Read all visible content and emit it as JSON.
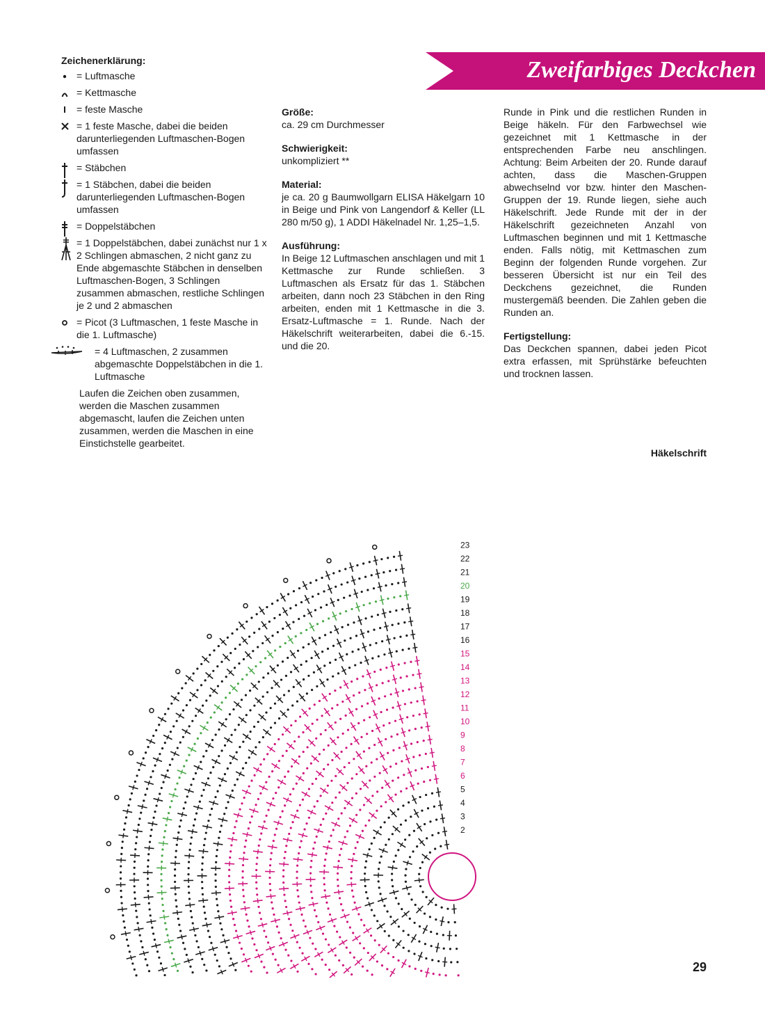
{
  "banner": {
    "title": "Zweifarbiges Deckchen",
    "color": "#c5117a"
  },
  "legend": {
    "title": "Zeichenerklärung:",
    "items": [
      {
        "icon": "luftmasche-symbol",
        "text": "= Luftmasche"
      },
      {
        "icon": "kettmasche-symbol",
        "text": "= Kettmasche"
      },
      {
        "icon": "feste-masche-symbol",
        "text": "= feste Masche"
      },
      {
        "icon": "feste-masche-bogen-symbol",
        "text": "= 1 feste Masche, dabei die beiden darunterliegenden Luftmaschen-Bogen umfassen"
      },
      {
        "icon": "staebchen-symbol",
        "text": "= Stäbchen"
      },
      {
        "icon": "staebchen-bogen-symbol",
        "text": "= 1 Stäbchen, dabei die beiden darunterliegenden Luftmaschen-Bogen umfassen"
      },
      {
        "icon": "doppelstaebchen-symbol",
        "text": "= Doppelstäbchen"
      },
      {
        "icon": "doppelstaebchen-gruppe-symbol",
        "text": "= 1 Doppelstäbchen, dabei zunächst nur 1 x 2 Schlingen abmaschen, 2 nicht ganz zu Ende abgemaschte Stäbchen in denselben Luftmaschen-Bogen, 3 Schlingen zusammen abmaschen, restliche Schlingen je 2 und 2 abmaschen"
      },
      {
        "icon": "picot-symbol",
        "text": "= Picot (3 Luftmaschen, 1 feste Masche in die 1. Luftmasche)"
      },
      {
        "icon": "luftmaschen-doppelstaebchen-symbol",
        "text": "= 4 Luftmaschen, 2 zusammen abgemaschte Doppelstäbchen in die 1. Luftmasche"
      }
    ],
    "note": "Laufen die Zeichen oben zusammen, werden die Maschen zusammen abgemascht, laufen die Zeichen unten zusammen, werden die Maschen in eine Einstichstelle gearbeitet."
  },
  "sections": {
    "groesse": {
      "heading": "Größe:",
      "text": "ca. 29 cm Durchmesser"
    },
    "schwierigkeit": {
      "heading": "Schwierigkeit:",
      "text": "unkompliziert **"
    },
    "material": {
      "heading": "Material:",
      "text": "je ca. 20 g Baumwollgarn ELISA Häkelgarn 10 in Beige und Pink von Langendorf & Keller (LL 280 m/50 g), 1 ADDI Häkelnadel Nr. 1,25–1,5."
    },
    "ausfuehrung": {
      "heading": "Ausführung:",
      "text": "In Beige 12 Luftmaschen anschlagen und mit 1 Kettmasche zur Runde schließen. 3 Luftmaschen als Ersatz für das 1. Stäbchen arbeiten, dann noch 23 Stäbchen in den Ring arbeiten, enden mit 1 Kettmasche in die 3. Ersatz-Luftmasche = 1. Runde. Nach der Häkelschrift weiterarbeiten, dabei die 6.-15. und die 20.",
      "continuation": "Runde in Pink und die restlichen Runden in Beige häkeln. Für den Farbwechsel wie gezeichnet mit 1 Kettmasche in der entsprechenden Farbe neu anschlingen. Achtung: Beim Arbeiten der 20. Runde darauf achten, dass die Maschen-Gruppen abwechselnd vor bzw. hinter den Maschen-Gruppen der 19. Runde liegen, siehe auch Häkelschrift. Jede Runde mit der in der Häkelschrift gezeichneten Anzahl von Luftmaschen beginnen und mit 1 Kettmasche enden. Falls nötig, mit Kettmaschen zum Beginn der folgenden Runde vorgehen. Zur besseren Übersicht ist nur ein Teil des Deckchens gezeichnet, die Runden mustergemäß beenden. Die Zahlen geben die Runden an."
    },
    "fertigstellung": {
      "heading": "Fertigstellung:",
      "text": "Das Deckchen spannen, dabei jeden Picot extra erfassen, mit Sprühstärke befeuchten und trocknen lassen."
    }
  },
  "chart": {
    "label": "Häkelschrift",
    "round_numbers": [
      "2",
      "3",
      "4",
      "5",
      "6",
      "7",
      "8",
      "9",
      "10",
      "11",
      "12",
      "13",
      "14",
      "15",
      "16",
      "17",
      "18",
      "19",
      "20",
      "21",
      "22",
      "23"
    ],
    "colors": {
      "beige": "#1a1a1a",
      "pink": "#d0157f",
      "green": "#4aa84a"
    }
  },
  "page": {
    "number": "29"
  }
}
